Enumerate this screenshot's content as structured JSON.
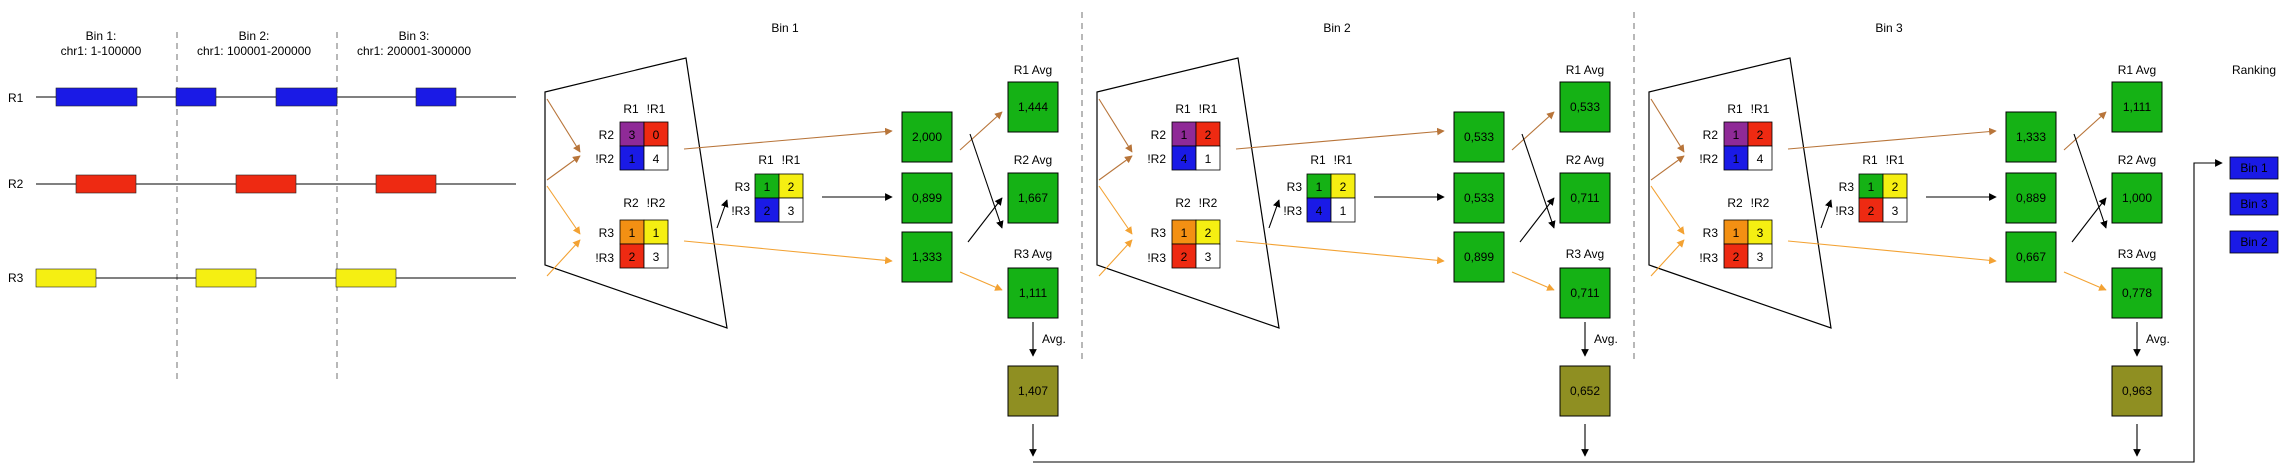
{
  "tracks": {
    "bins": [
      {
        "name": "Bin 1:",
        "range": "chr1: 1-100000"
      },
      {
        "name": "Bin 2:",
        "range": "chr1: 100001-200000"
      },
      {
        "name": "Bin 3:",
        "range": "chr1: 200001-300000"
      }
    ],
    "rows": [
      {
        "label": "R1",
        "color": "#1a1ae6"
      },
      {
        "label": "R2",
        "color": "#ee2a12"
      },
      {
        "label": "R3",
        "color": "#f5ef12"
      }
    ]
  },
  "colors": {
    "green": "#15b215",
    "olive": "#8f8f22",
    "purple": "#8f2a97",
    "red": "#ee2a12",
    "blue": "#1a1ae6",
    "white": "#ffffff",
    "orange": "#f39013",
    "yellow": "#f5ef12",
    "arrow_brown": "#b8753a",
    "arrow_orange": "#f3a233"
  },
  "panels": [
    {
      "title": "Bin 1",
      "m1": {
        "col_a": "R1",
        "col_b": "!R1",
        "row_a": "R2",
        "row_b": "!R2",
        "cells": [
          "3",
          "0",
          "1",
          "4"
        ]
      },
      "m2": {
        "col_a": "R2",
        "col_b": "!R2",
        "row_a": "R3",
        "row_b": "!R3",
        "cells": [
          "1",
          "1",
          "2",
          "3"
        ]
      },
      "m3": {
        "col_a": "R1",
        "col_b": "!R1",
        "row_a": "R3",
        "row_b": "!R3",
        "cells": [
          "1",
          "2",
          "2",
          "3"
        ]
      },
      "scores": [
        "2,000",
        "0,899",
        "1,333"
      ],
      "avg_labels": [
        "R1 Avg",
        "R2 Avg",
        "R3 Avg"
      ],
      "avgs": [
        "1,444",
        "1,667",
        "1,111"
      ],
      "avg_text": "Avg.",
      "final": "1,407"
    },
    {
      "title": "Bin 2",
      "m1": {
        "col_a": "R1",
        "col_b": "!R1",
        "row_a": "R2",
        "row_b": "!R2",
        "cells": [
          "1",
          "2",
          "4",
          "1"
        ]
      },
      "m2": {
        "col_a": "R2",
        "col_b": "!R2",
        "row_a": "R3",
        "row_b": "!R3",
        "cells": [
          "1",
          "2",
          "2",
          "3"
        ]
      },
      "m3": {
        "col_a": "R1",
        "col_b": "!R1",
        "row_a": "R3",
        "row_b": "!R3",
        "cells": [
          "1",
          "2",
          "4",
          "1"
        ]
      },
      "scores": [
        "0,533",
        "0,533",
        "0,899"
      ],
      "avg_labels": [
        "R1 Avg",
        "R2 Avg",
        "R3 Avg"
      ],
      "avgs": [
        "0,533",
        "0,711",
        "0,711"
      ],
      "avg_text": "Avg.",
      "final": "0,652"
    },
    {
      "title": "Bin 3",
      "m1": {
        "col_a": "R1",
        "col_b": "!R1",
        "row_a": "R2",
        "row_b": "!R2",
        "cells": [
          "1",
          "2",
          "1",
          "4"
        ]
      },
      "m2": {
        "col_a": "R2",
        "col_b": "!R2",
        "row_a": "R3",
        "row_b": "!R3",
        "cells": [
          "1",
          "3",
          "2",
          "3"
        ]
      },
      "m3": {
        "col_a": "R1",
        "col_b": "!R1",
        "row_a": "R3",
        "row_b": "!R3",
        "cells": [
          "1",
          "2",
          "2",
          "3"
        ]
      },
      "scores": [
        "1,333",
        "0,889",
        "0,667"
      ],
      "avg_labels": [
        "R1 Avg",
        "R2 Avg",
        "R3 Avg"
      ],
      "avgs": [
        "1,111",
        "1,000",
        "0,778"
      ],
      "avg_text": "Avg.",
      "final": "0,963"
    }
  ],
  "cell_colors": {
    "panel_1": {
      "m1": [
        "purple",
        "red",
        "blue",
        "white"
      ],
      "m2": [
        "orange",
        "yellow",
        "red",
        "white"
      ],
      "m3": [
        "green",
        "yellow",
        "blue",
        "white"
      ]
    },
    "panel_2": {
      "m1": [
        "purple",
        "red",
        "blue",
        "white"
      ],
      "m2": [
        "orange",
        "yellow",
        "red",
        "white"
      ],
      "m3": [
        "green",
        "yellow",
        "blue",
        "white"
      ]
    },
    "panel_3": {
      "m1": [
        "purple",
        "red",
        "blue",
        "white"
      ],
      "m2": [
        "orange",
        "yellow",
        "red",
        "white"
      ],
      "m3": [
        "green",
        "yellow",
        "red",
        "white"
      ]
    }
  },
  "ranking": {
    "title": "Ranking",
    "items": [
      "Bin 1",
      "Bin 3",
      "Bin 2"
    ]
  }
}
